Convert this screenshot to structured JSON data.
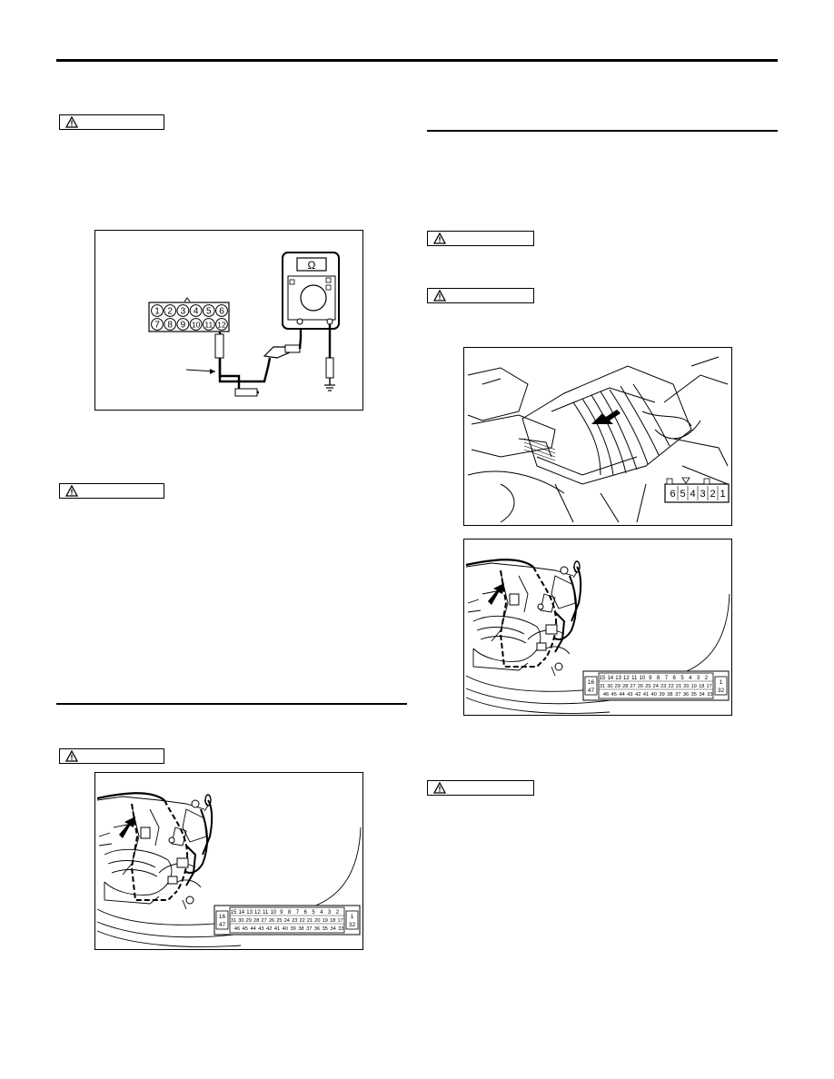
{
  "connector_pins": {
    "row1": [
      "1",
      "2",
      "3",
      "4",
      "5",
      "6"
    ],
    "row2": [
      "7",
      "8",
      "9",
      "10",
      "11",
      "12"
    ]
  },
  "meter_symbol": "Ω",
  "small_connector_pins": [
    "6",
    "5",
    "4",
    "3",
    "2",
    "1"
  ],
  "ecu_connector": {
    "left_top": "16",
    "left_bottom": "47",
    "right_top": "1",
    "right_bottom": "32",
    "row1": [
      "15",
      "14",
      "13",
      "12",
      "11",
      "10",
      "9",
      "8",
      "7",
      "6",
      "5",
      "4",
      "3",
      "2"
    ],
    "row2": [
      "31",
      "30",
      "29",
      "28",
      "27",
      "26",
      "25",
      "24",
      "23",
      "22",
      "21",
      "20",
      "19",
      "18",
      "17"
    ],
    "row3": [
      "46",
      "45",
      "44",
      "43",
      "42",
      "41",
      "40",
      "39",
      "38",
      "37",
      "36",
      "35",
      "34",
      "33"
    ]
  },
  "icons": {
    "caution": "warning-triangle-icon"
  }
}
